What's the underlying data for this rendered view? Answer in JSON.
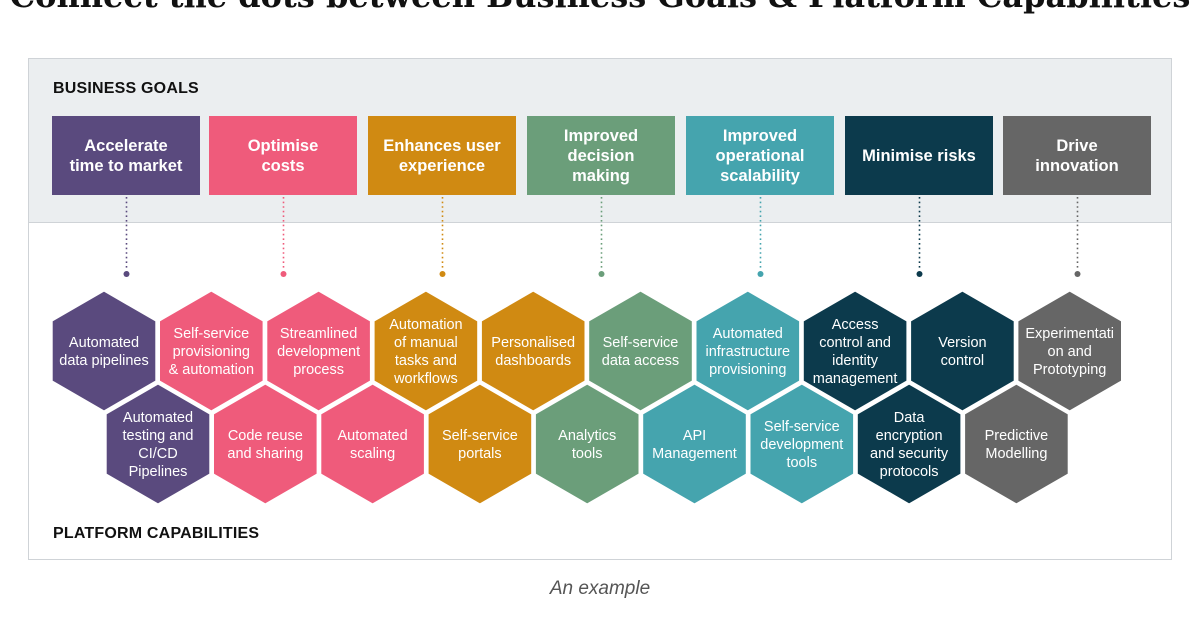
{
  "title": "Connect the dots between Business Goals & Platform Capabilities",
  "business_goals_label": "BUSINESS GOALS",
  "platform_capabilities_label": "PLATFORM CAPABILITIES",
  "caption": "An example",
  "goals": [
    {
      "label": "Accelerate\ntime to market",
      "color": "#5a4a7e"
    },
    {
      "label": "Optimise\ncosts",
      "color": "#ef5b7b"
    },
    {
      "label": "Enhances user\nexperience",
      "color": "#d08a12"
    },
    {
      "label": "Improved\ndecision\nmaking",
      "color": "#6b9e7a"
    },
    {
      "label": "Improved\noperational\nscalability",
      "color": "#45a4ae"
    },
    {
      "label": "Minimise risks",
      "color": "#0c3a4c"
    },
    {
      "label": "Drive\ninnovation",
      "color": "#666666"
    }
  ],
  "capabilities": {
    "top_row": [
      {
        "lines": [
          "Automated",
          "data pipelines"
        ],
        "color": "#5a4a7e"
      },
      {
        "lines": [
          "Self-service",
          "provisioning",
          "& automation"
        ],
        "color": "#ef5b7b"
      },
      {
        "lines": [
          "Streamlined",
          "development",
          "process"
        ],
        "color": "#ef5b7b"
      },
      {
        "lines": [
          "Automation",
          "of manual",
          "tasks and",
          "workflows"
        ],
        "color": "#d08a12"
      },
      {
        "lines": [
          "Personalised",
          "dashboards"
        ],
        "color": "#d08a12"
      },
      {
        "lines": [
          "Self-service",
          "data access"
        ],
        "color": "#6b9e7a"
      },
      {
        "lines": [
          "Automated",
          "infrastructure",
          "provisioning"
        ],
        "color": "#45a4ae"
      },
      {
        "lines": [
          "Access",
          "control and",
          "identity",
          "management"
        ],
        "color": "#0c3a4c"
      },
      {
        "lines": [
          "Version",
          "control"
        ],
        "color": "#0c3a4c"
      },
      {
        "lines": [
          "Experimentati",
          "on and",
          "Prototyping"
        ],
        "color": "#666666"
      }
    ],
    "bottom_row": [
      {
        "lines": [
          "Automated",
          "testing and",
          "CI/CD",
          "Pipelines"
        ],
        "color": "#5a4a7e"
      },
      {
        "lines": [
          "Code reuse",
          "and sharing"
        ],
        "color": "#ef5b7b"
      },
      {
        "lines": [
          "Automated",
          "scaling"
        ],
        "color": "#ef5b7b"
      },
      {
        "lines": [
          "Self-service",
          "portals"
        ],
        "color": "#d08a12"
      },
      {
        "lines": [
          "Analytics",
          "tools"
        ],
        "color": "#6b9e7a"
      },
      {
        "lines": [
          "API",
          "Management"
        ],
        "color": "#45a4ae"
      },
      {
        "lines": [
          "Self-service",
          "development",
          "tools"
        ],
        "color": "#45a4ae"
      },
      {
        "lines": [
          "Data",
          "encryption",
          "and security",
          "protocols"
        ],
        "color": "#0c3a4c"
      },
      {
        "lines": [
          "Predictive",
          "Modelling"
        ],
        "color": "#666666"
      }
    ]
  }
}
